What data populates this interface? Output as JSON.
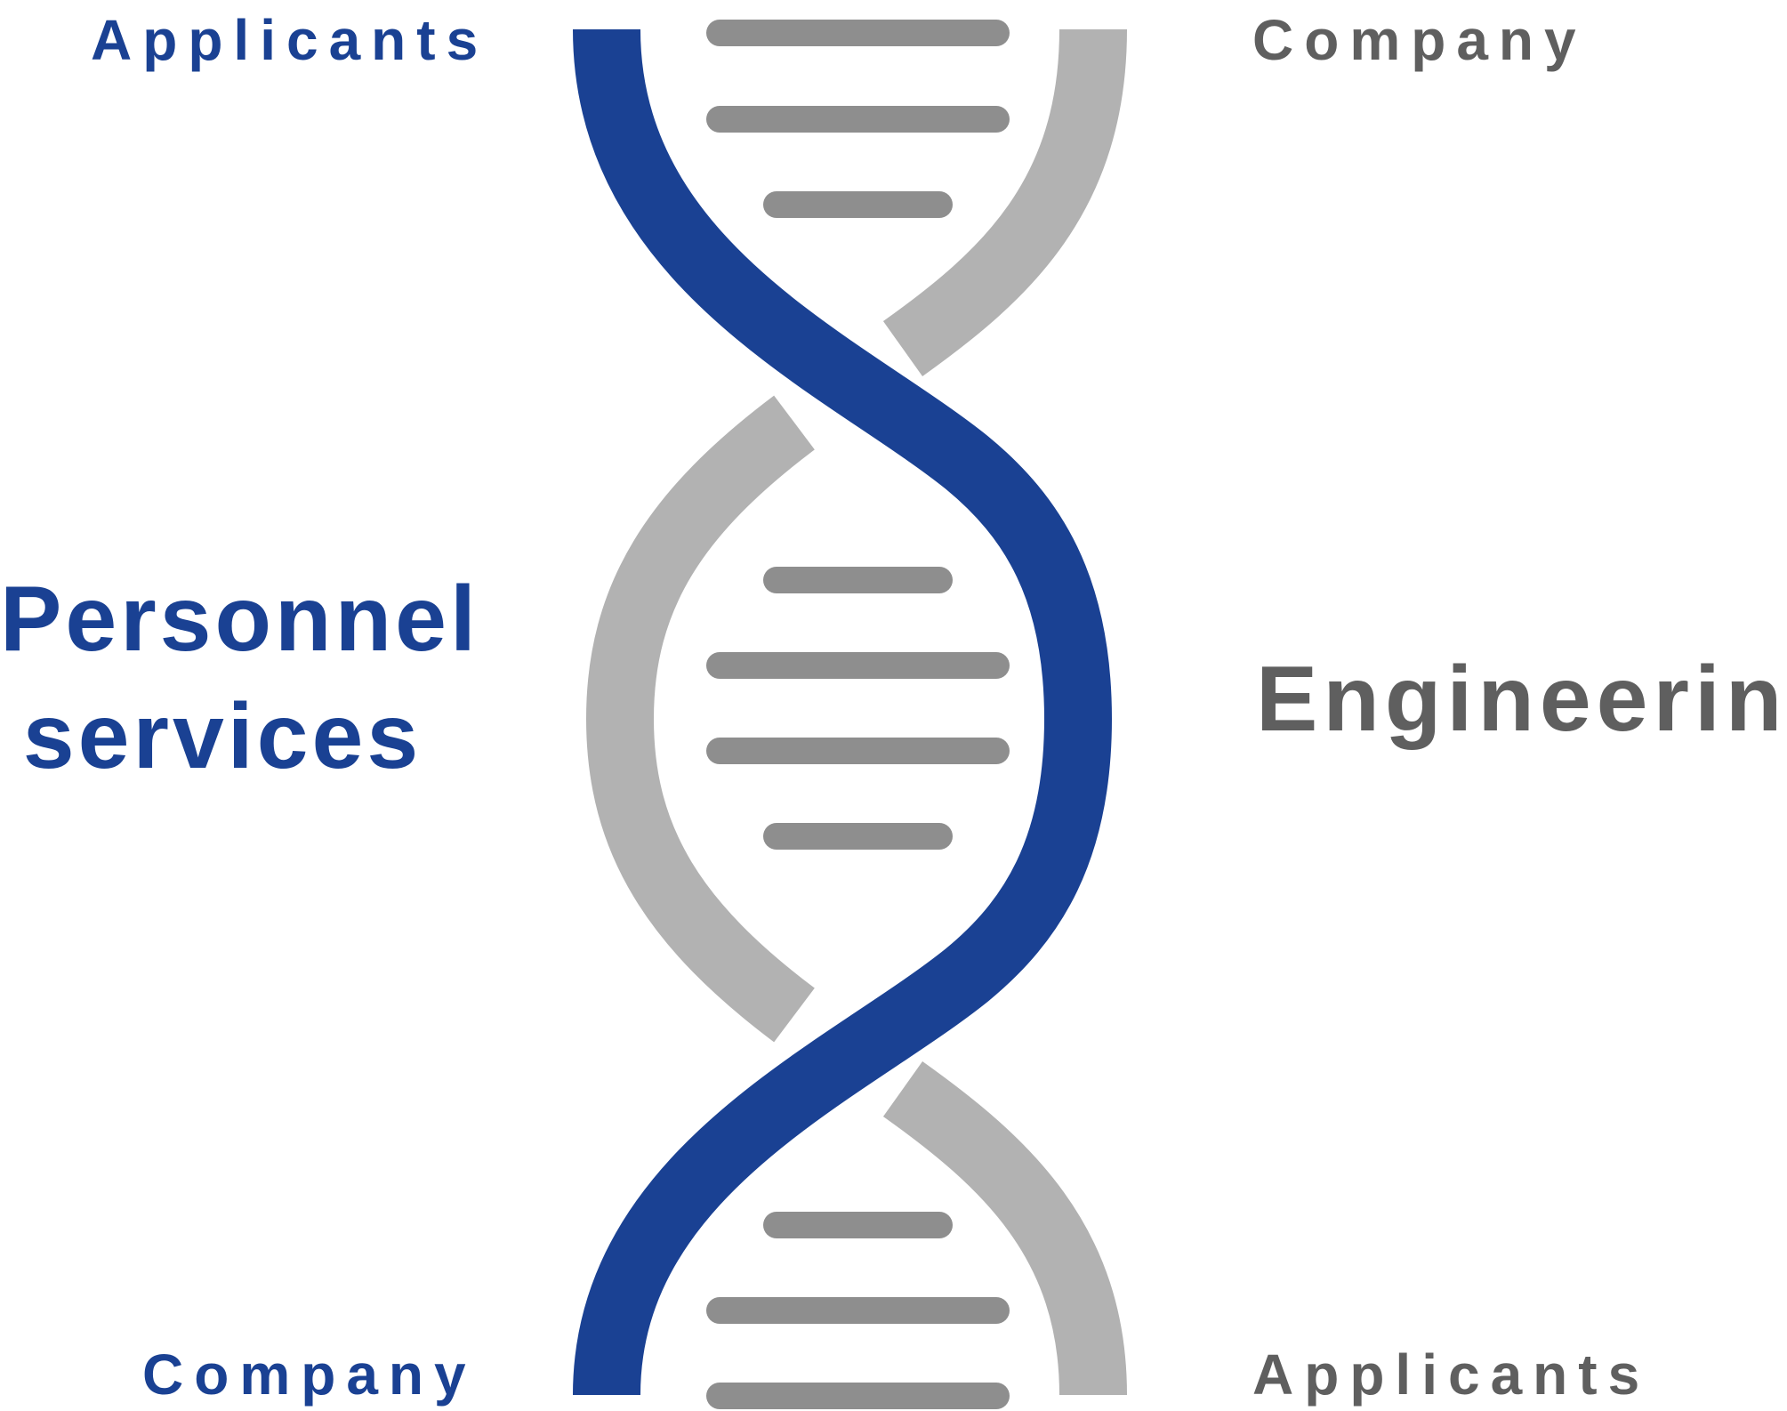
{
  "colors": {
    "blue": "#1a4193",
    "strand_gray": "#b2b2b2",
    "rung_gray": "#8e8e8e",
    "text_gray": "#5f5f5f"
  },
  "labels": {
    "top_left": "Applicants",
    "top_right": "Company",
    "bottom_left": "Company",
    "bottom_right": "Applicants",
    "left_line1": "Personnel",
    "left_line2": "services",
    "right": "Engineering"
  }
}
